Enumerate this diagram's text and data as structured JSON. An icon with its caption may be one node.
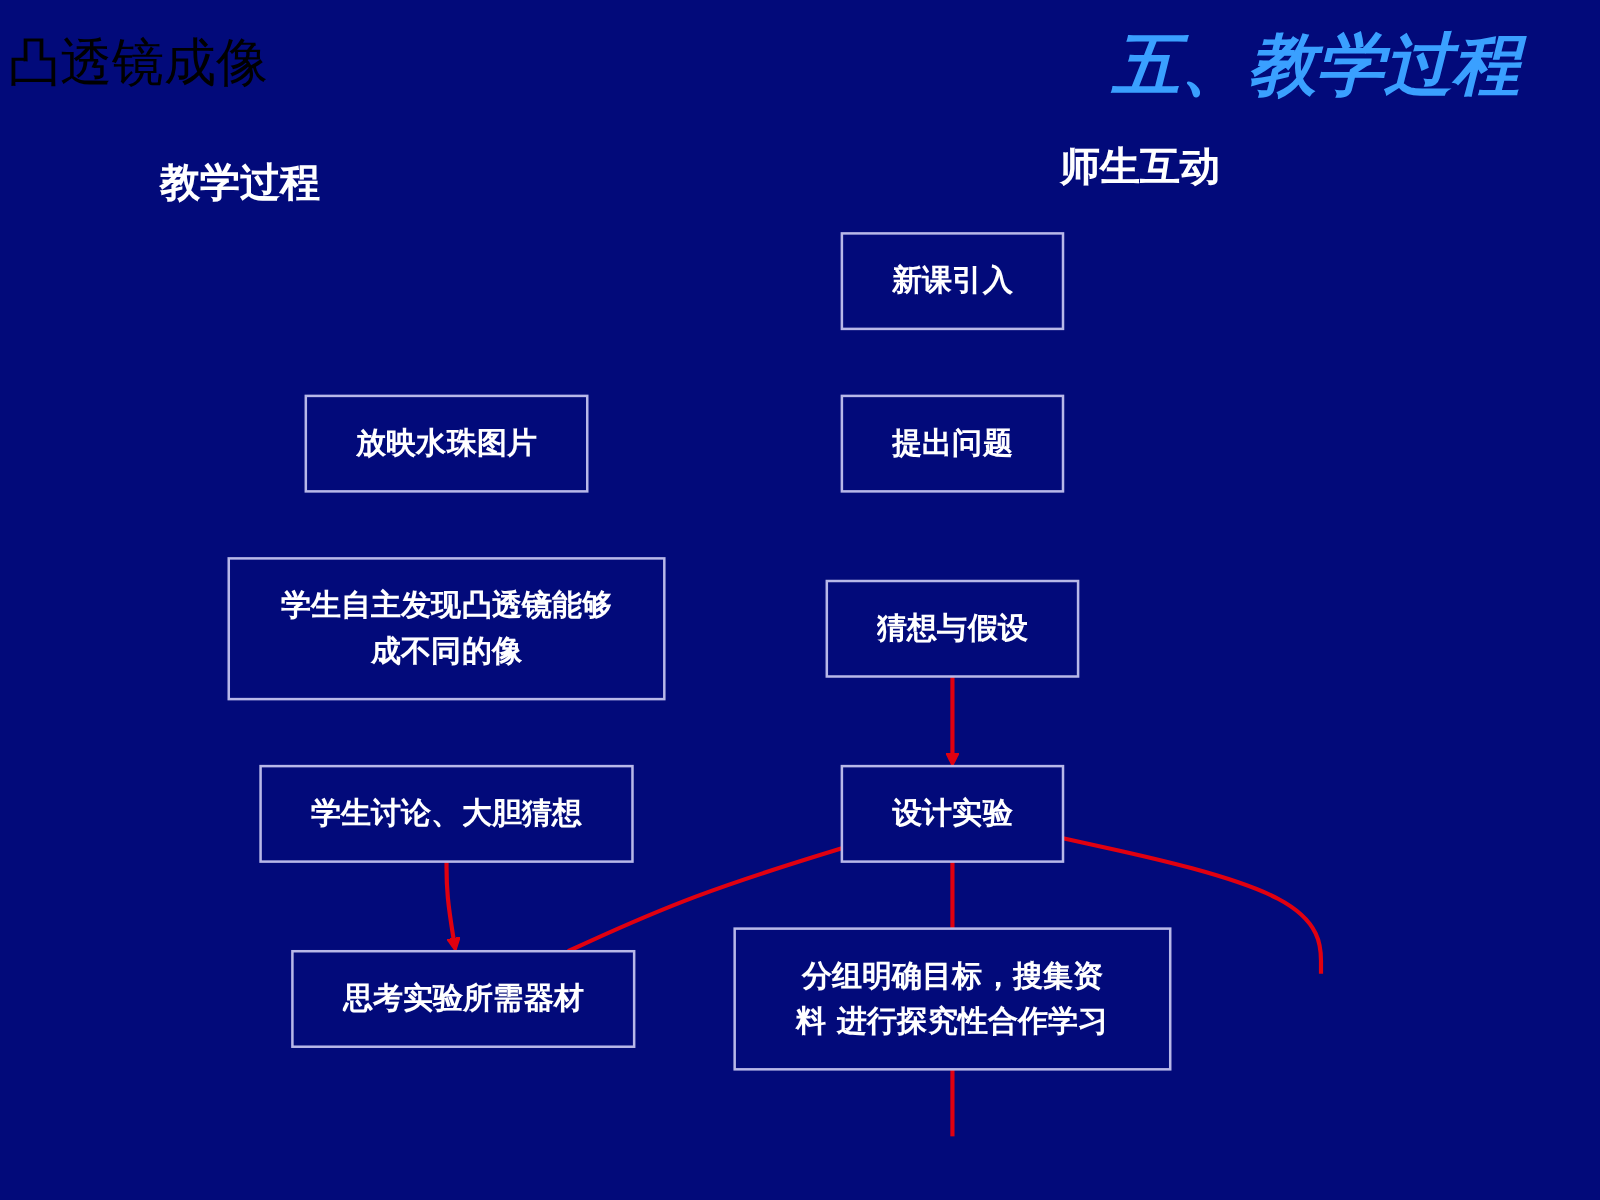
{
  "diagram": {
    "title": "五、教学过程",
    "nodes": [
      {
        "text": [
          "新课引入"
        ]
      },
      {
        "text": [
          "放映水珠图片"
        ]
      },
      {
        "text": [
          "提出问题"
        ]
      },
      {
        "text": [
          "学生自主发现凸透镜能够成不同的像"
        ]
      },
      {
        "text": [
          "猜想与假设"
        ]
      },
      {
        "text": [
          "学生讨论、大胆猜想"
        ]
      },
      {
        "text": [
          "设计实验"
        ]
      },
      {
        "text": [
          "思考实验所需器材"
        ]
      },
      {
        "text": [
          "分组明确目标，搜集资料 进行探究性合作学习"
        ]
      }
    ],
    "edges": [
      {
        "from": 4,
        "to": 6,
        "arrow": "to"
      },
      {
        "from": 5,
        "to": 7,
        "arrow": "to"
      },
      {
        "from": 6,
        "to": 7,
        "arrow": "none"
      },
      {
        "from": 6,
        "to": 8,
        "arrow": "none"
      },
      {
        "from": 6,
        "to": null,
        "arrow": "none"
      },
      {
        "from": 8,
        "to": null,
        "arrow": "none"
      }
    ],
    "labels": [
      "凸透镜成像",
      "教学过程",
      "师生互动"
    ]
  }
}
